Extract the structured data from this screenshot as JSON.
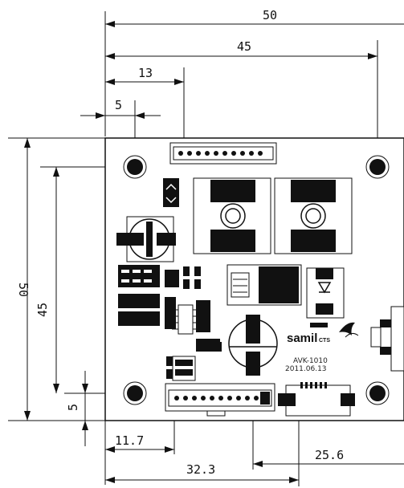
{
  "drawing": {
    "dimensions": {
      "top_overall": "50",
      "top_holes": "45",
      "top_connector": "13",
      "top_hole_offset": "5",
      "left_overall": "50",
      "left_holes": "45",
      "left_hole_offset": "5",
      "bottom_left": "11.7",
      "bottom_mid": "32.3",
      "bottom_right": "25.6"
    },
    "board": {
      "brand": "samil",
      "brand_suffix": "CTS",
      "model": "AVK-1010",
      "date": "2011.06.13"
    }
  }
}
